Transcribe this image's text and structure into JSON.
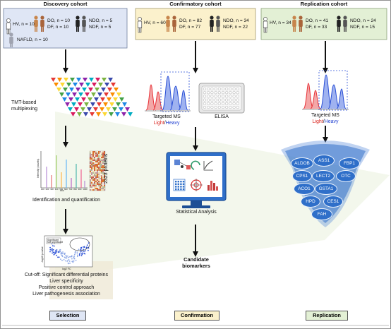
{
  "colors": {
    "discovery_bg": "#dfe6f5",
    "confirmatory_bg": "#fbf1cc",
    "replication_bg": "#e3f0d5",
    "arrow": "#111111",
    "light_red": "#e8343a",
    "heavy_blue": "#2b50d6",
    "protein_blue": "#2f6fc9"
  },
  "headers": {
    "discovery": "Discovery cohort",
    "confirmatory": "Confirmatory cohort",
    "replication": "Replication cohort"
  },
  "discovery_groups": {
    "hv": "HV, n = 10",
    "do": "DO, n = 10",
    "df": "DF, n = 10",
    "ndo": "NDO, n = 5",
    "ndf": "NDF, n = 5",
    "nafld": "NAFLD, n = 10"
  },
  "confirmatory_groups": {
    "hv": "HV, n = 60",
    "do": "DO, n = 82",
    "df": "DF, n = 77",
    "ndo": "NDO, n = 34",
    "ndf": "NDF, n = 22"
  },
  "replication_groups": {
    "hv": "HV, n = 34",
    "do": "DO, n = 41",
    "df": "DF, n = 33",
    "ndo": "NDO, n = 24",
    "ndf": "NDF, n = 15"
  },
  "discovery_steps": {
    "tmt_line1": "TMT-based",
    "tmt_line2": "multiplexing",
    "proteins": "2323 proteins",
    "identification": "Identification and quantification",
    "volcano_legend_a": "Significant",
    "volcano_legend_b": "Not significant",
    "volcano_xlabel": "log2 FC",
    "volcano_ylabel": "-log10 p-value",
    "ms_xlabel": "m/z",
    "ms_ylabel": "Intensity (counts)",
    "ms_ticks": [
      "100",
      "200",
      "300",
      "400",
      "500",
      "600",
      "700",
      "800",
      "900",
      "1000"
    ],
    "criteria": [
      "Cut-off: Significant differential proteins",
      "Liver specificity",
      "Positive control approach",
      "Liver pathogenesis association"
    ]
  },
  "confirmatory_steps": {
    "targeted_ms": "Targeted MS",
    "light": "Light",
    "slash": "/",
    "heavy": "Heavy",
    "elisa": "ELISA",
    "statistical": "Statistical Analysis",
    "candidate_line1": "Candidate",
    "candidate_line2": "biomarkers"
  },
  "replication_steps": {
    "targeted_ms": "Targeted MS",
    "light": "Light",
    "slash": "/",
    "heavy": "Heavy",
    "proteins": [
      "ALDOB",
      "ASS1",
      "FBP1",
      "CPS1",
      "LECT2",
      "OTC",
      "ACO1",
      "GSTA1",
      "HPD",
      "CES1",
      "FAH"
    ]
  },
  "footer": {
    "selection": "Selection",
    "confirmation": "Confirmation",
    "replication": "Replication"
  }
}
